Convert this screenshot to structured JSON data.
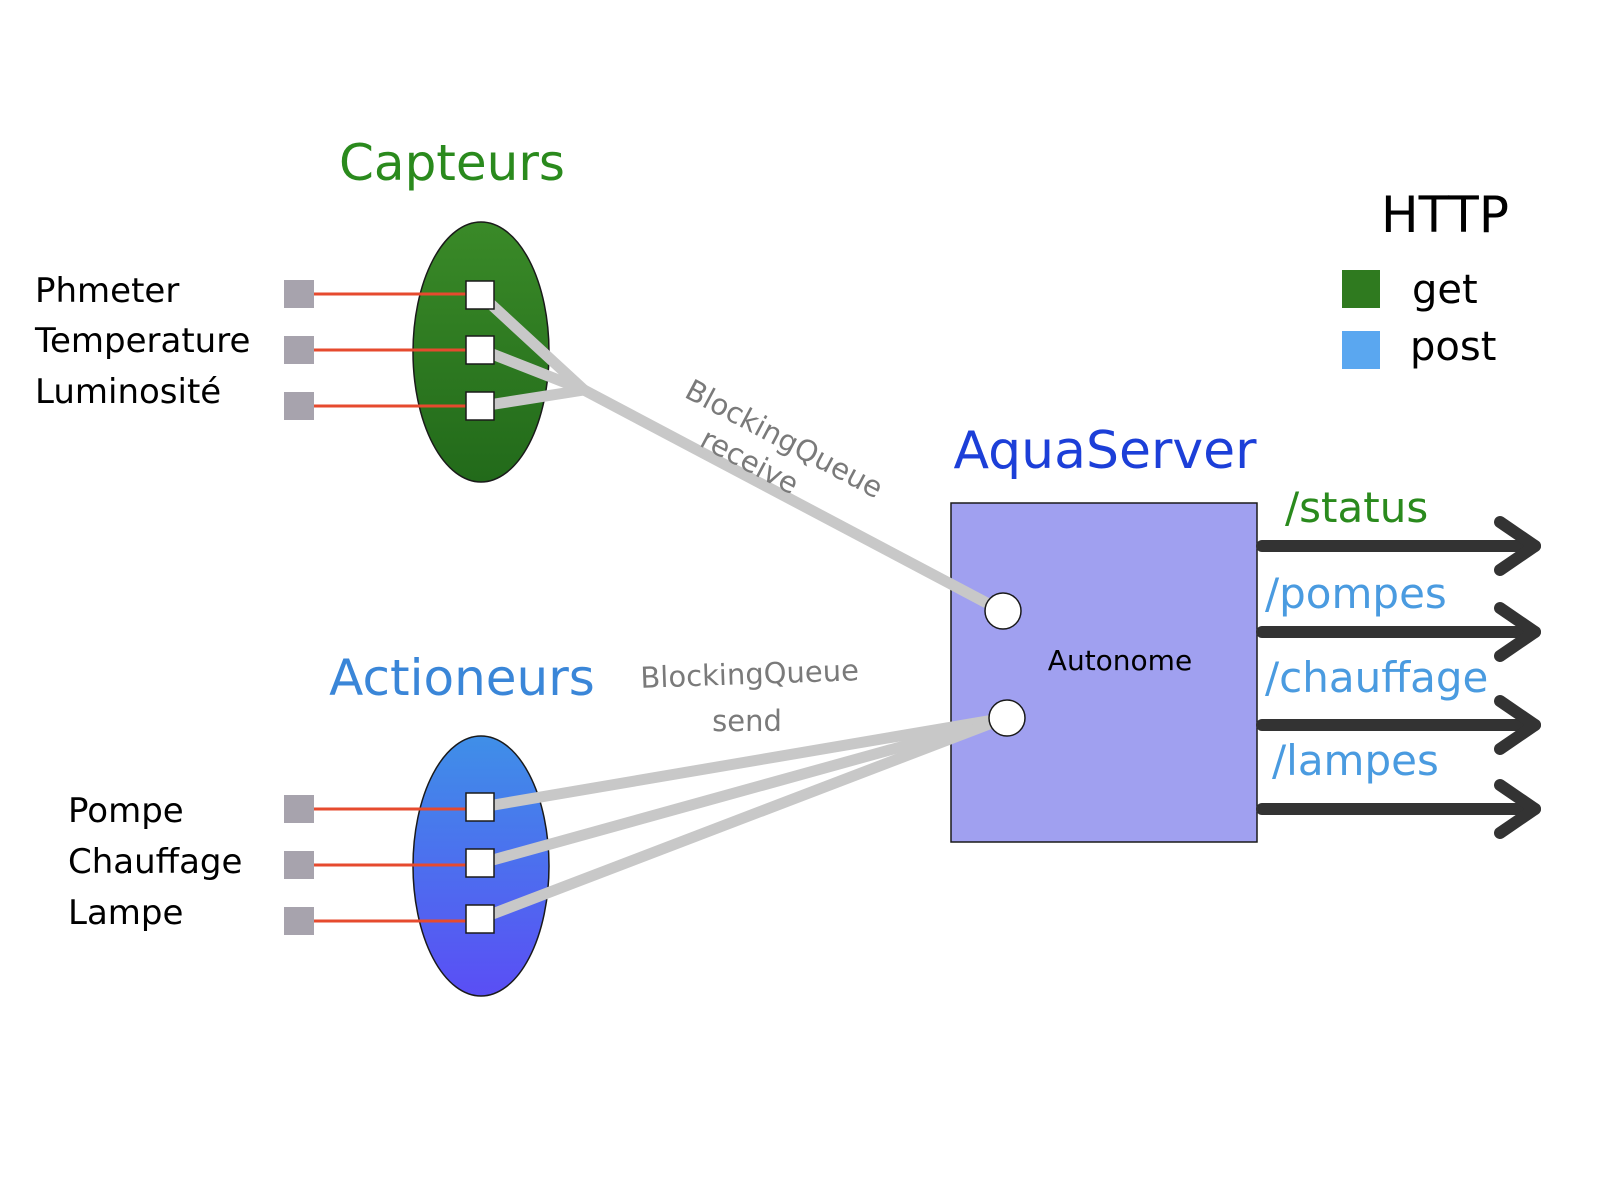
{
  "colors": {
    "green": "#2a7a1d",
    "green_dark": "#226a1a",
    "blue_title": "#1c3fd8",
    "blue_light": "#4a9be0",
    "box_fill": "#a0a0f0",
    "connector": "#c8c8c8",
    "red_line": "#e64a2e",
    "port_gray": "#a7a3ad",
    "arrow": "#333333",
    "queue_text": "#7a7a7a"
  },
  "capteurs": {
    "title": "Capteurs",
    "items": [
      "Phmeter",
      "Temperature",
      "Luminosité"
    ]
  },
  "actioneurs": {
    "title": "Actioneurs",
    "items": [
      "Pompe",
      "Chauffage",
      "Lampe"
    ]
  },
  "queues": {
    "receive_line1": "BlockingQueue",
    "receive_line2": "receive",
    "send_line1": "BlockingQueue",
    "send_line2": "send"
  },
  "server": {
    "title": "AquaServer",
    "label": "Autonome"
  },
  "endpoints": [
    {
      "path": "/status",
      "method": "get"
    },
    {
      "path": "/pompes",
      "method": "post"
    },
    {
      "path": "/chauffage",
      "method": "post"
    },
    {
      "path": "/lampes",
      "method": "post"
    }
  ],
  "legend": {
    "title": "HTTP",
    "items": [
      {
        "label": "get",
        "color": "#2f7a1f"
      },
      {
        "label": "post",
        "color": "#5aa7f0"
      }
    ]
  }
}
